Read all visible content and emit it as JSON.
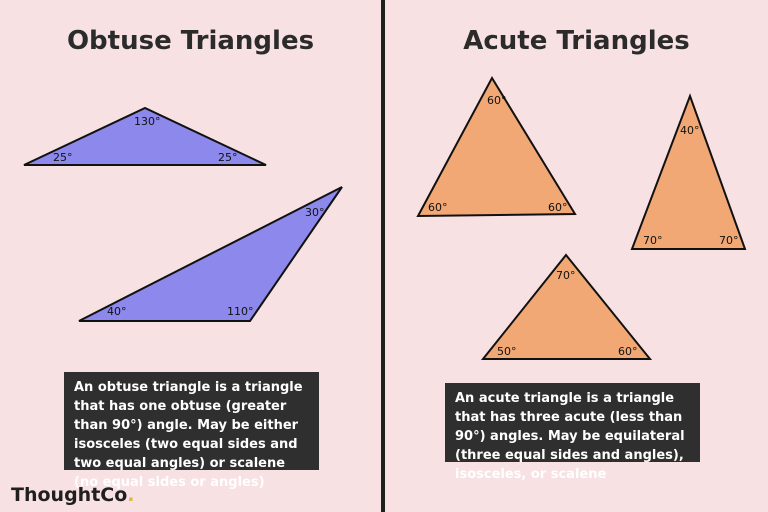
{
  "obtuse": {
    "title": "Obtuse Triangles",
    "triangle1": {
      "top": "130°",
      "left": "25°",
      "right": "25°"
    },
    "triangle2": {
      "top": "30°",
      "left": "40°",
      "right": "110°"
    },
    "description": "An obtuse triangle is a triangle that has one obtuse (greater than 90°) angle. May be either isosceles (two equal sides and two equal angles) or scalene (no equal sides or angles)"
  },
  "acute": {
    "title": "Acute Triangles",
    "triangle1": {
      "top": "60°",
      "left": "60°",
      "right": "60°"
    },
    "triangle2": {
      "top": "40°",
      "left": "70°",
      "right": "70°"
    },
    "triangle3": {
      "top": "70°",
      "left": "50°",
      "right": "60°"
    },
    "description": "An acute triangle is a triangle that has three acute (less than 90°) angles. May be equilateral (three equal sides and angles), isosceles, or scalene"
  },
  "colors": {
    "obtuse_fill": "#8c88ec",
    "acute_fill": "#f2a874",
    "background": "#f8e1e3",
    "text_box": "#2f2f2f"
  },
  "logo": {
    "text": "ThoughtCo",
    "dot": "."
  }
}
